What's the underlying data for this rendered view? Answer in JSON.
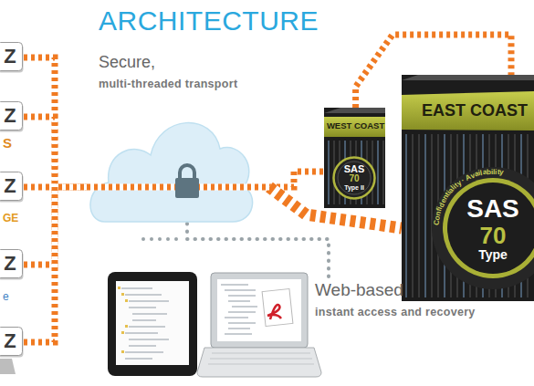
{
  "diagram": {
    "title": "ARCHITECTURE",
    "nodes": [
      {
        "text": [
          "Z"
        ]
      },
      {
        "text": [
          "Z"
        ]
      },
      {
        "text": [
          "Z"
        ]
      },
      {
        "text": [
          "Z"
        ]
      },
      {
        "text": [
          "Z"
        ]
      },
      {
        "text": [
          "Secure,",
          "multi-threaded transport"
        ]
      },
      {
        "text": [
          "WEST COAST"
        ]
      },
      {
        "text": [
          "SAS",
          "70",
          "Type II"
        ],
        "in": 6
      },
      {
        "text": [
          "EAST COAST"
        ]
      },
      {
        "text": [
          "SAS",
          "70",
          "Type",
          "Confidentiality · Availability"
        ],
        "in": 8
      },
      {
        "text": [
          "Web-based",
          "instant access and recovery"
        ]
      }
    ],
    "edges": [
      {
        "from": 0,
        "to": 5,
        "arrow": "none"
      },
      {
        "from": 1,
        "to": 5,
        "arrow": "none"
      },
      {
        "from": 2,
        "to": 5,
        "arrow": "none"
      },
      {
        "from": 3,
        "to": 5,
        "arrow": "none"
      },
      {
        "from": 4,
        "to": 5,
        "arrow": "none"
      },
      {
        "from": 5,
        "to": 6,
        "arrow": "none"
      },
      {
        "from": 5,
        "to": 8,
        "arrow": "none"
      },
      {
        "from": 6,
        "to": 8,
        "arrow": "none"
      },
      {
        "from": 5,
        "to": 10,
        "arrow": "none"
      }
    ],
    "labels": [
      "S",
      "GE",
      "e"
    ]
  }
}
